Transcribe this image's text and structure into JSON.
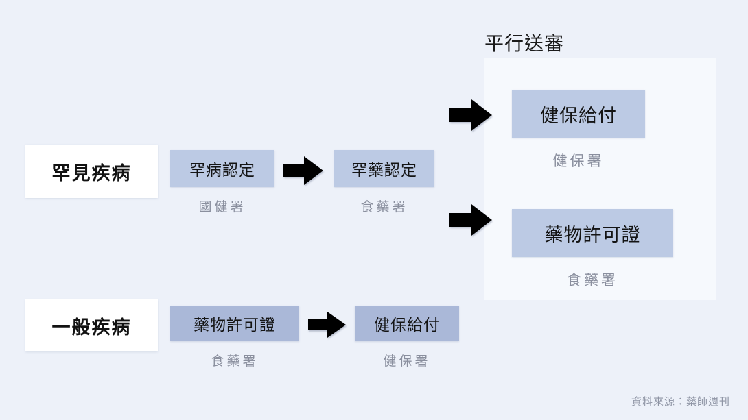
{
  "background_color": "#edf1f9",
  "panel": {
    "title": "平行送審",
    "background_color": "#f6f9fd",
    "steps": [
      {
        "label": "健保給付",
        "agency": "健保署",
        "box_color": "#bccae4"
      },
      {
        "label": "藥物許可證",
        "agency": "食藥署",
        "box_color": "#bccae4"
      }
    ]
  },
  "rows": [
    {
      "category": "罕見疾病",
      "category_box_color": "#ffffff",
      "steps": [
        {
          "label": "罕病認定",
          "agency": "國健署",
          "box_color": "#bccae4"
        },
        {
          "label": "罕藥認定",
          "agency": "食藥署",
          "box_color": "#bccae4"
        }
      ]
    },
    {
      "category": "一般疾病",
      "category_box_color": "#ffffff",
      "steps": [
        {
          "label": "藥物許可證",
          "agency": "食藥署",
          "box_color": "#aab8d8"
        },
        {
          "label": "健保給付",
          "agency": "健保署",
          "box_color": "#aab8d8"
        }
      ]
    }
  ],
  "arrows": {
    "rare_middle": "right-arrow-icon",
    "general_middle": "right-arrow-icon",
    "parallel_top": "right-arrow-icon",
    "parallel_bottom": "right-arrow-icon"
  },
  "footer": {
    "source": "資料來源：藥師週刊"
  },
  "text_colors": {
    "heading": "#1b1b1b",
    "box_label": "#141414",
    "caption": "#8a8f9e",
    "footer": "#8e94a4"
  }
}
